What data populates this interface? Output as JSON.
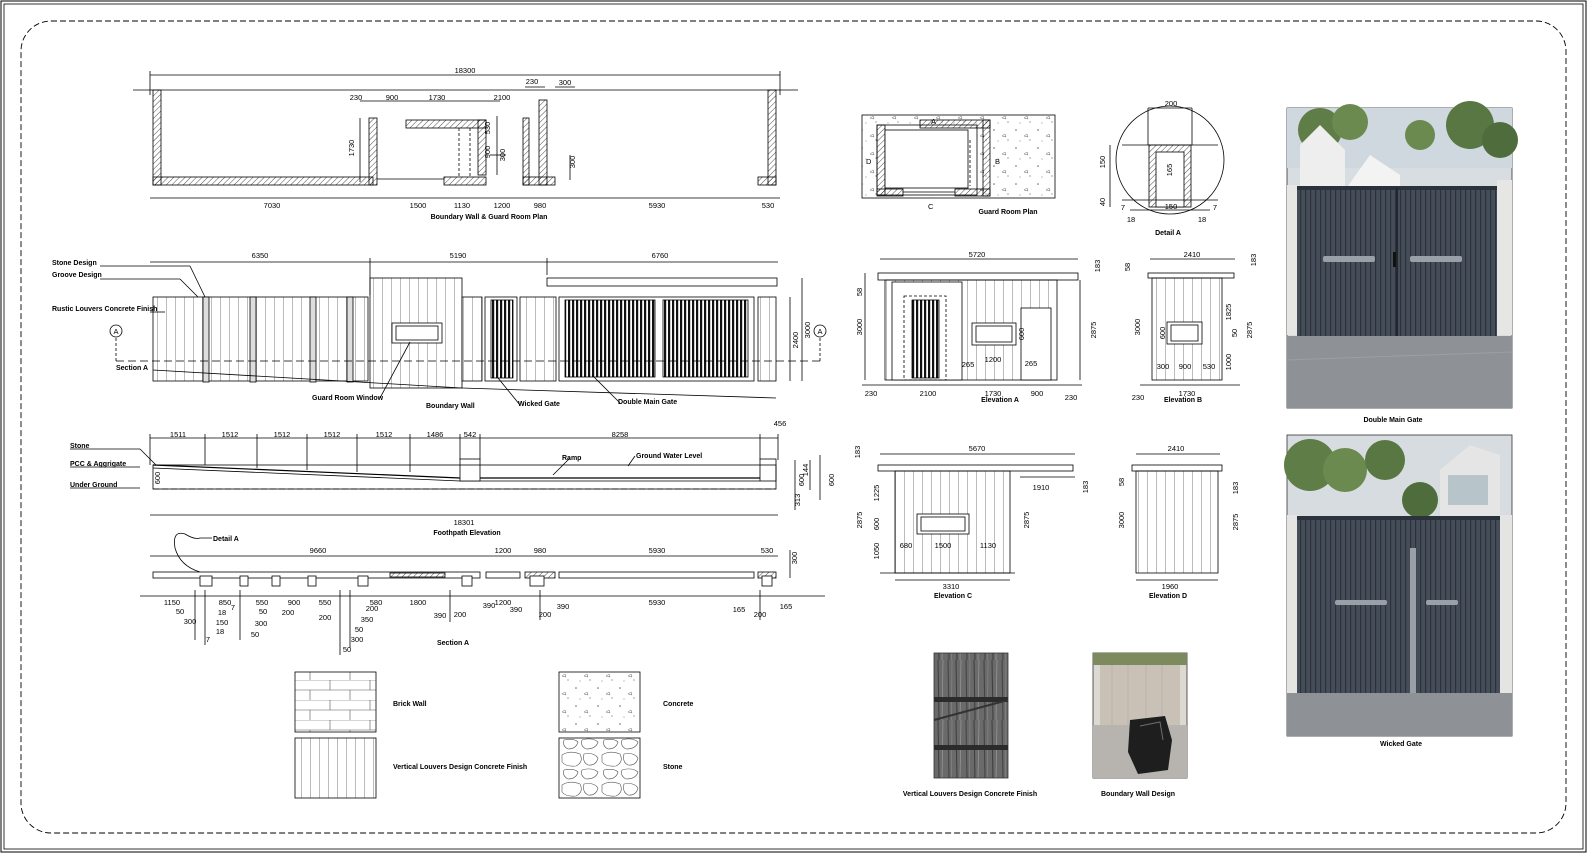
{
  "plan": {
    "title": "Boundary Wall & Guard Room Plan",
    "dims_top": [
      "18300",
      "230",
      "300",
      "230",
      "900",
      "1730",
      "2100"
    ],
    "dims_vert": [
      "1730",
      "530",
      "900",
      "300",
      "300"
    ],
    "dims_bottom": [
      "7030",
      "1500",
      "1130",
      "1200",
      "980",
      "5930",
      "530"
    ]
  },
  "elevation": {
    "dims_top": [
      "6350",
      "5190",
      "6760"
    ],
    "dims_right": [
      "2400",
      "3000"
    ],
    "labels": {
      "stone": "Stone Design",
      "groove": "Groove Design",
      "rustic": "Rustic Louvers Concrete Finish",
      "section": "Section A",
      "window": "Guard Room Window",
      "wall": "Boundary Wall",
      "wicked": "Wicked Gate",
      "main": "Double Main Gate"
    },
    "section_marker": "A"
  },
  "footpath": {
    "title": "Foothpath Elevation",
    "dims_top": [
      "1511",
      "1512",
      "1512",
      "1512",
      "1512",
      "1486",
      "542",
      "8258",
      "456"
    ],
    "dims_total": "18301",
    "dims_right": [
      "144",
      "600",
      "313",
      "600"
    ],
    "labels": {
      "stone": "Stone",
      "pcc": "PCC & Aggrigate",
      "under": "Under Ground",
      "ramp": "Ramp",
      "water": "Ground Water Level"
    }
  },
  "section": {
    "title": "Section A",
    "detail_label": "Detail A",
    "dims_top": [
      "9660",
      "1200",
      "980",
      "5930",
      "530",
      "300"
    ],
    "dims_bottom": [
      "1150",
      "50",
      "300",
      "850",
      "18",
      "150",
      "18",
      "7",
      "7",
      "550",
      "50",
      "300",
      "50",
      "900",
      "200",
      "550",
      "200",
      "50",
      "300",
      "50",
      "580",
      "200",
      "350",
      "1800",
      "390",
      "200",
      "1200",
      "390",
      "390",
      "200",
      "390",
      "5930",
      "165",
      "200",
      "165"
    ]
  },
  "guard_plan": {
    "title": "Guard Room Plan",
    "marks": [
      "A",
      "B",
      "C",
      "D"
    ]
  },
  "detail": {
    "title": "Detail A",
    "dims": [
      "200",
      "150",
      "165",
      "40",
      "7",
      "7",
      "18",
      "150",
      "18"
    ]
  },
  "elev_a": {
    "title": "Elevation A",
    "dims": [
      "5720",
      "183",
      "58",
      "3000",
      "2875",
      "600",
      "1200",
      "265",
      "265",
      "230",
      "2100",
      "1730",
      "900",
      "230"
    ]
  },
  "elev_b": {
    "title": "Elevation B",
    "dims": [
      "2410",
      "183",
      "58",
      "3000",
      "2875",
      "1825",
      "600",
      "50",
      "1000",
      "300",
      "900",
      "530",
      "230",
      "1730"
    ]
  },
  "elev_c": {
    "title": "Elevation C",
    "dims": [
      "5670",
      "183",
      "1910",
      "183",
      "2875",
      "1225",
      "600",
      "1050",
      "680",
      "1500",
      "1130",
      "2875",
      "3310"
    ]
  },
  "elev_d": {
    "title": "Elevation D",
    "dims": [
      "2410",
      "58",
      "3000",
      "183",
      "2875",
      "1960"
    ]
  },
  "legend": {
    "brick": "Brick Wall",
    "concrete": "Concrete",
    "louvers": "Vertical Louvers Design Concrete Finish",
    "stone": "Stone"
  },
  "photos": {
    "louvers": "Vertical Louvers Design Concrete Finish",
    "boundary": "Boundary Wall Design",
    "double": "Double Main Gate",
    "wicked": "Wicked Gate"
  },
  "colors": {
    "line": "#000000",
    "gate": "#434b57",
    "gate_dark": "#2f353e",
    "sky": "#cfd8de",
    "tree": "#5f7d46",
    "road": "#8e9196"
  }
}
